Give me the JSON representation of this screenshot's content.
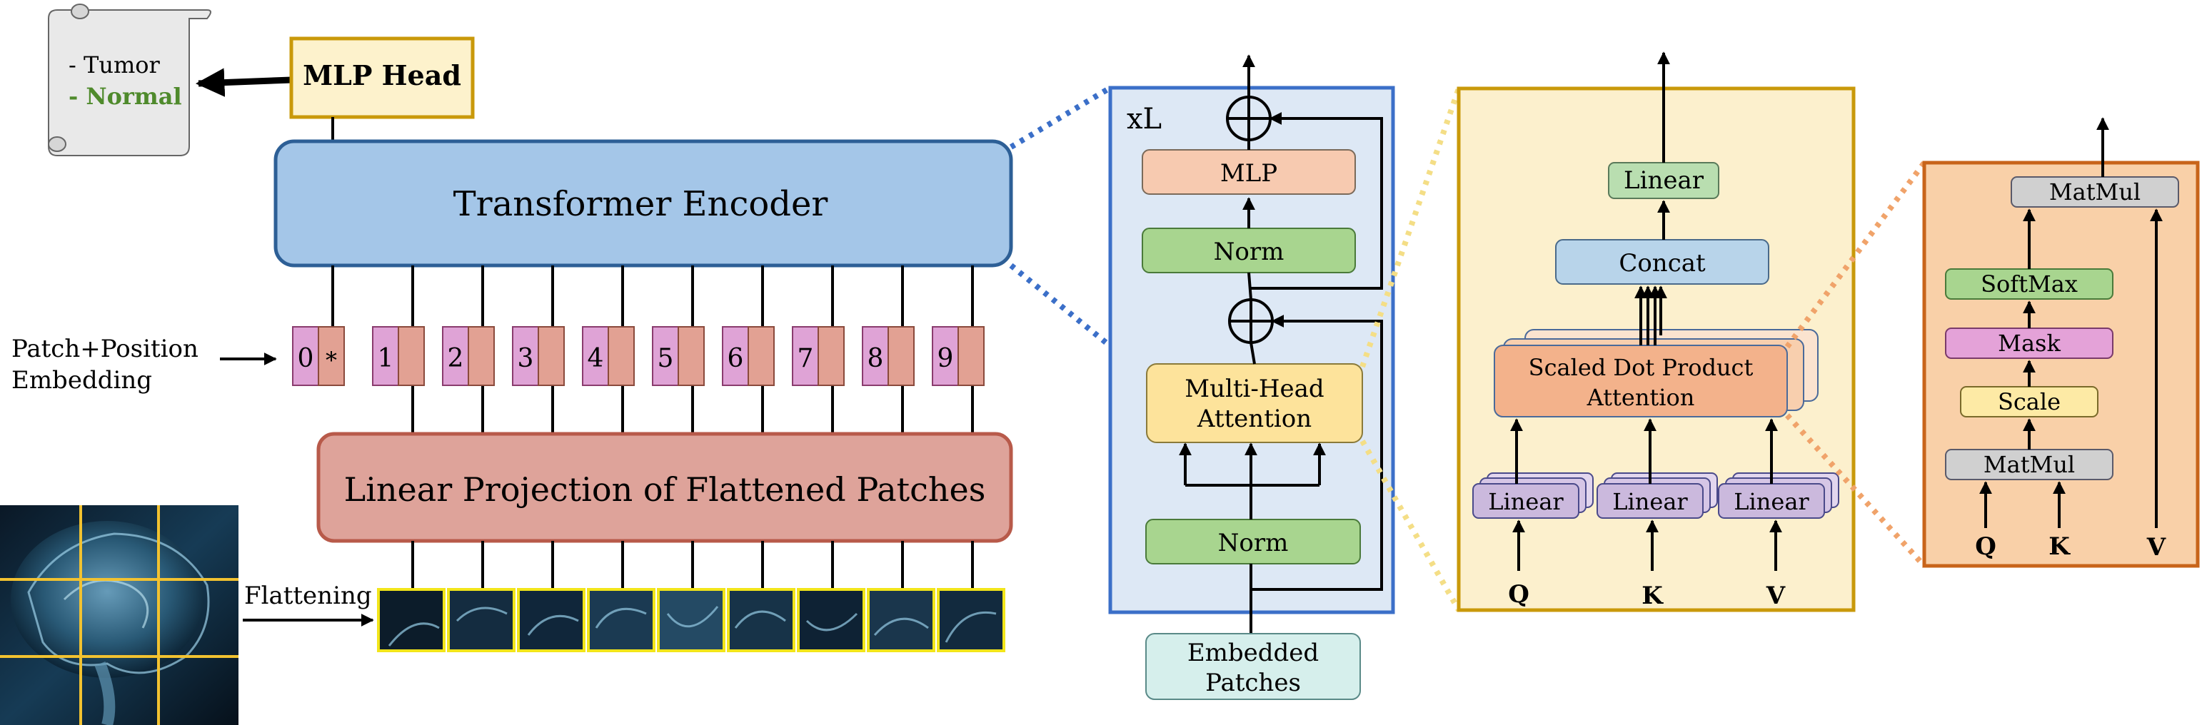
{
  "output": {
    "classes": [
      "- Tumor",
      "- Normal"
    ],
    "colors": {
      "normal": "#4f8a2c"
    }
  },
  "vit": {
    "mlp_head": "MLP Head",
    "encoder": "Transformer Encoder",
    "embedding_label": [
      "Patch+Position",
      "Embedding"
    ],
    "tokens": [
      "0",
      "*",
      "1",
      "2",
      "3",
      "4",
      "5",
      "6",
      "7",
      "8",
      "9"
    ],
    "projection": "Linear Projection of Flattened Patches",
    "flattening": "Flattening"
  },
  "encoder_block": {
    "repeat": "xL",
    "mlp": "MLP",
    "norm_top": "Norm",
    "mha": [
      "Multi-Head",
      "Attention"
    ],
    "norm_bottom": "Norm",
    "input": [
      "Embedded",
      "Patches"
    ]
  },
  "mha_block": {
    "linear_out": "Linear",
    "concat": "Concat",
    "sdpa": [
      "Scaled Dot Product",
      "Attention"
    ],
    "linears": [
      "Linear",
      "Linear",
      "Linear"
    ],
    "inputs": [
      "Q",
      "K",
      "V"
    ]
  },
  "sdpa_block": {
    "ops": [
      "MatMul",
      "SoftMax",
      "Mask",
      "Scale",
      "MatMul"
    ],
    "inputs": [
      "Q",
      "K",
      "V"
    ]
  },
  "colors": {
    "encoder_fill": "#a4c6e8",
    "projection_fill": "#dea39a",
    "token_pink": "#dfa3d6",
    "token_salmon": "#e2a193",
    "mlp_head_fill": "#fdf2cc",
    "block_blue_bg": "#dde8f5",
    "block_yellow_bg": "#fcf0cd",
    "block_orange_bg": "#f9d0a8",
    "norm_green": "#a8d58f",
    "mlp_peach": "#f7cab0",
    "mha_yellow": "#fde39b",
    "linear_purple": "#cbb9dd",
    "concat_blue": "#b8d4ea",
    "sdpa_orange": "#f3b28b",
    "matmul_gray": "#d0d0d0",
    "mask_pink": "#e4a2d8",
    "scale_yellow": "#fdeaa5"
  }
}
